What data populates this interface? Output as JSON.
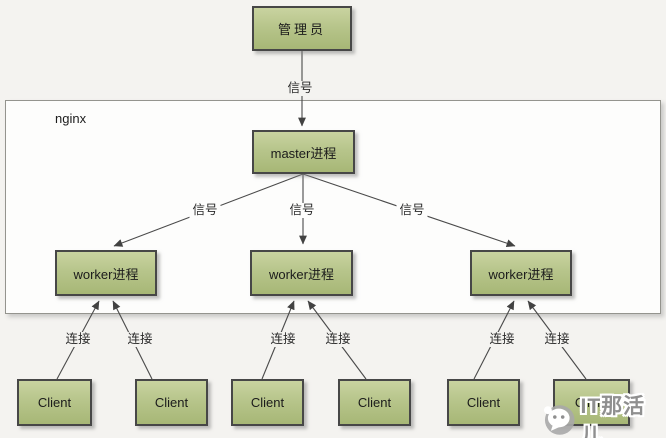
{
  "diagram": {
    "admin": {
      "label": "管理员"
    },
    "container": {
      "label": "nginx"
    },
    "master": {
      "label": "master进程"
    },
    "workers": [
      {
        "label": "worker进程"
      },
      {
        "label": "worker进程"
      },
      {
        "label": "worker进程"
      }
    ],
    "clients": [
      {
        "label": "Client"
      },
      {
        "label": "Client"
      },
      {
        "label": "Client"
      },
      {
        "label": "Client"
      },
      {
        "label": "Client"
      },
      {
        "label": "Client"
      }
    ],
    "edge_labels": {
      "admin_signal": "信号",
      "signals": [
        "信号",
        "信号",
        "信号"
      ],
      "connections": [
        "连接",
        "连接",
        "连接",
        "连接",
        "连接",
        "连接"
      ]
    },
    "watermark": {
      "text": "IT那活儿",
      "logo": "wechat-bubble-icon"
    },
    "colors": {
      "node_fill_top": "#c9d3a0",
      "node_fill_bottom": "#a7b776",
      "node_border": "#474747",
      "connector": "#4a4a4a",
      "frame_fill": "#fdfdfc",
      "frame_border": "#94948e",
      "page_background": "#f4f3f0",
      "watermark_gray": "#8f8f8f"
    }
  }
}
